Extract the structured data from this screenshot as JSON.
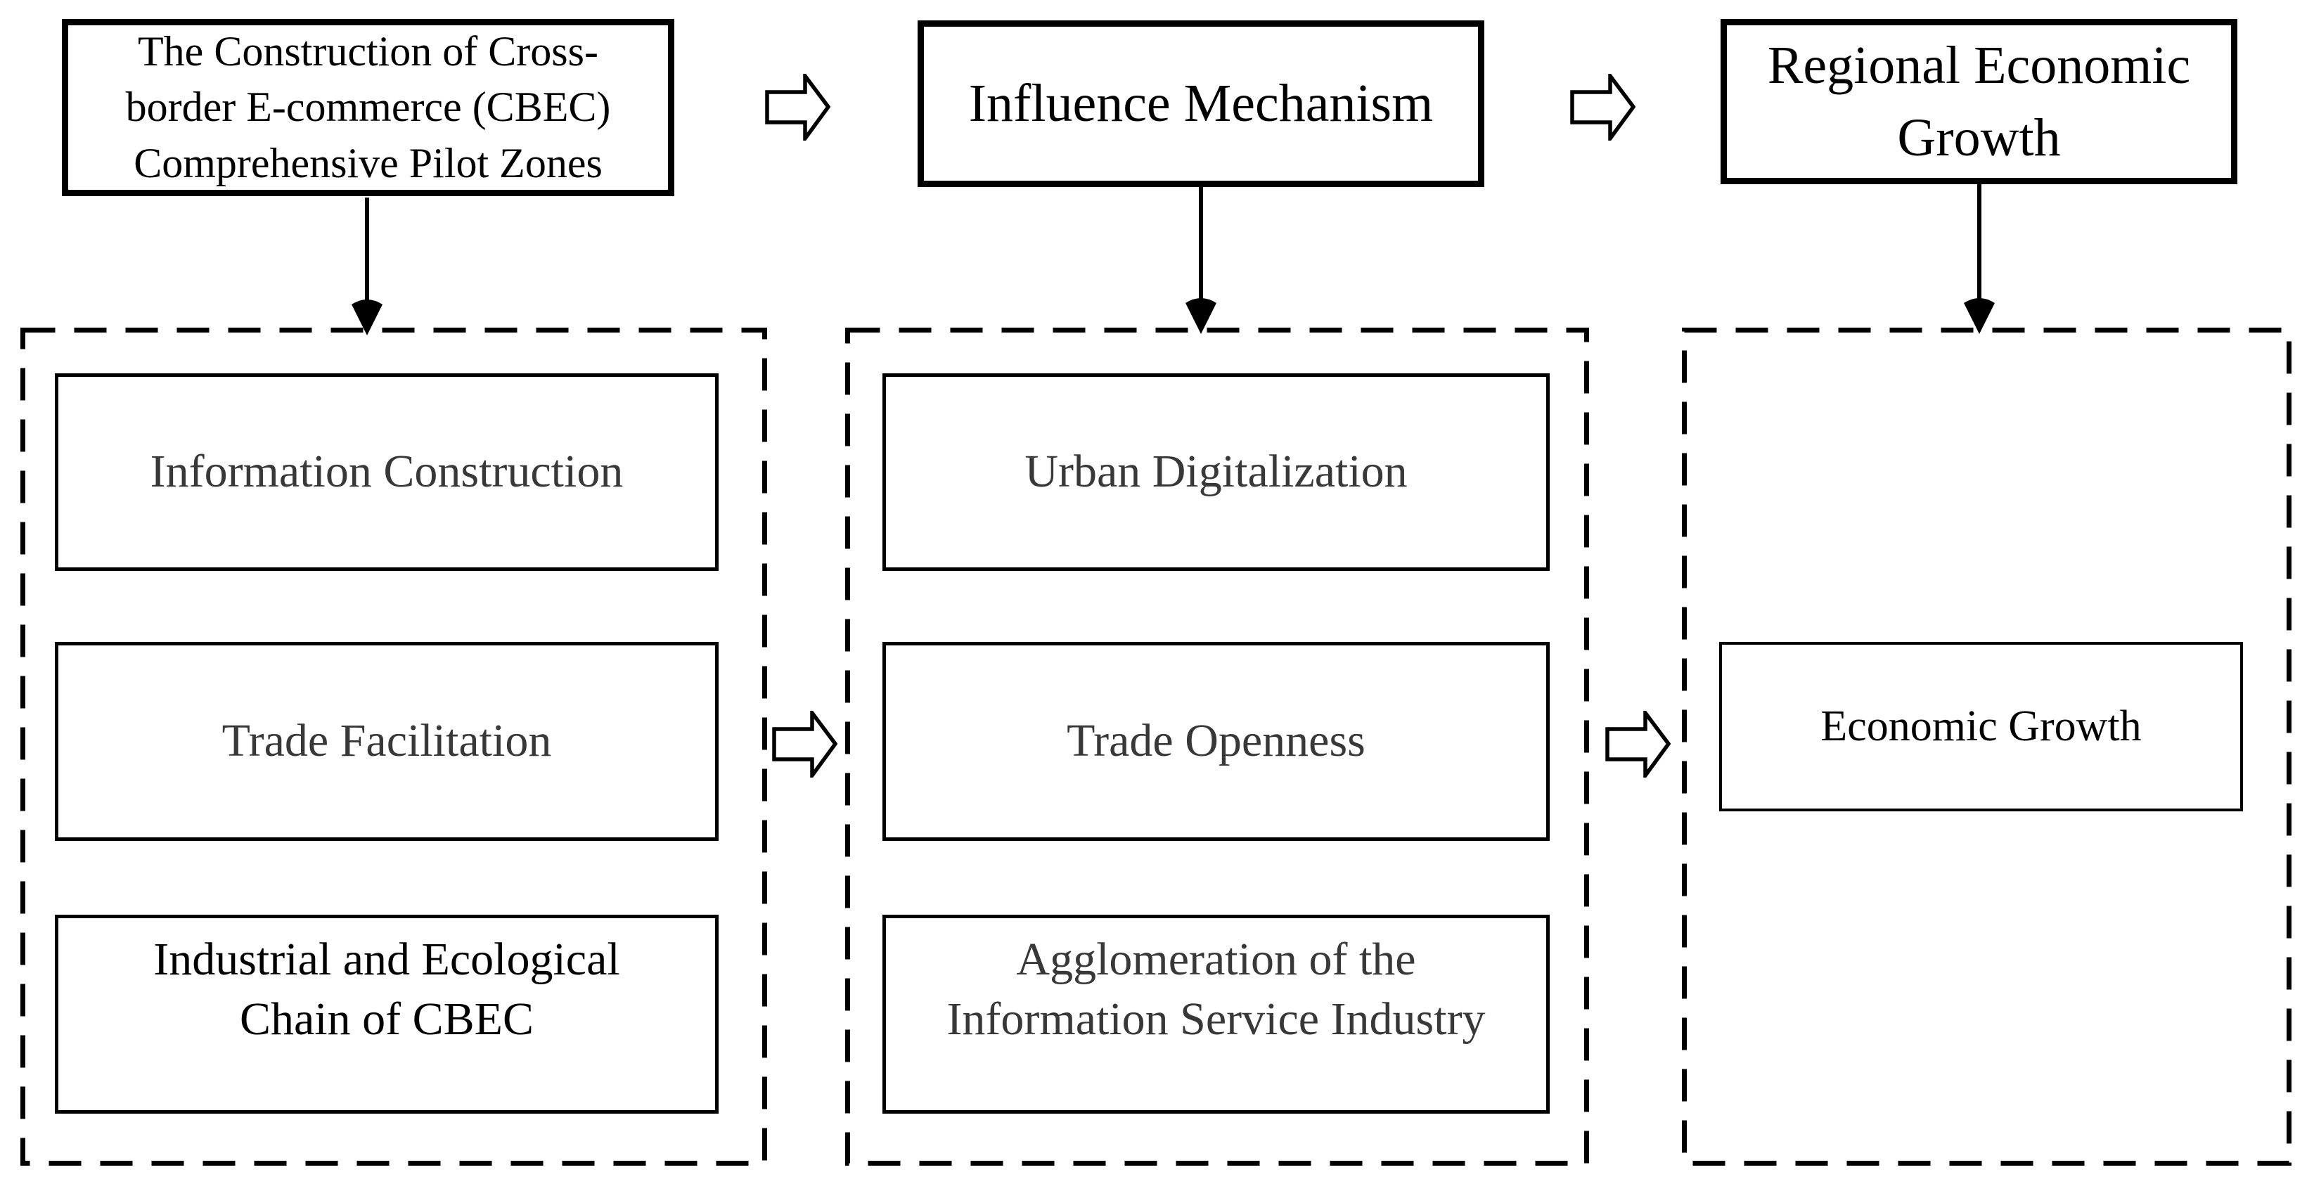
{
  "diagram": {
    "title": "Influence mechanism of CBEC comprehensive pilot zones on regional economic growth",
    "colors": {
      "border": "#000000",
      "text_primary": "#000000",
      "text_secondary": "#383838",
      "background": "#ffffff"
    },
    "top_row": {
      "source_box": {
        "label": "The Construction of Cross-\nborder E-commerce (CBEC)\nComprehensive Pilot Zones"
      },
      "mechanism_box": {
        "label": "Influence Mechanism"
      },
      "outcome_box": {
        "label": "Regional Economic\nGrowth"
      }
    },
    "groups": {
      "measures": {
        "items": [
          {
            "label": "Information Construction"
          },
          {
            "label": "Trade Facilitation"
          },
          {
            "label": "Industrial and Ecological\nChain of CBEC"
          }
        ]
      },
      "mechanisms": {
        "items": [
          {
            "label": "Urban Digitalization"
          },
          {
            "label": "Trade Openness"
          },
          {
            "label": "Agglomeration of the\nInformation Service Industry"
          }
        ]
      },
      "outcomes": {
        "items": [
          {
            "label": "Economic Growth"
          }
        ]
      }
    },
    "icons": {
      "down_arrow": "solid down arrow",
      "block_arrow_right": "hollow right block arrow"
    }
  }
}
